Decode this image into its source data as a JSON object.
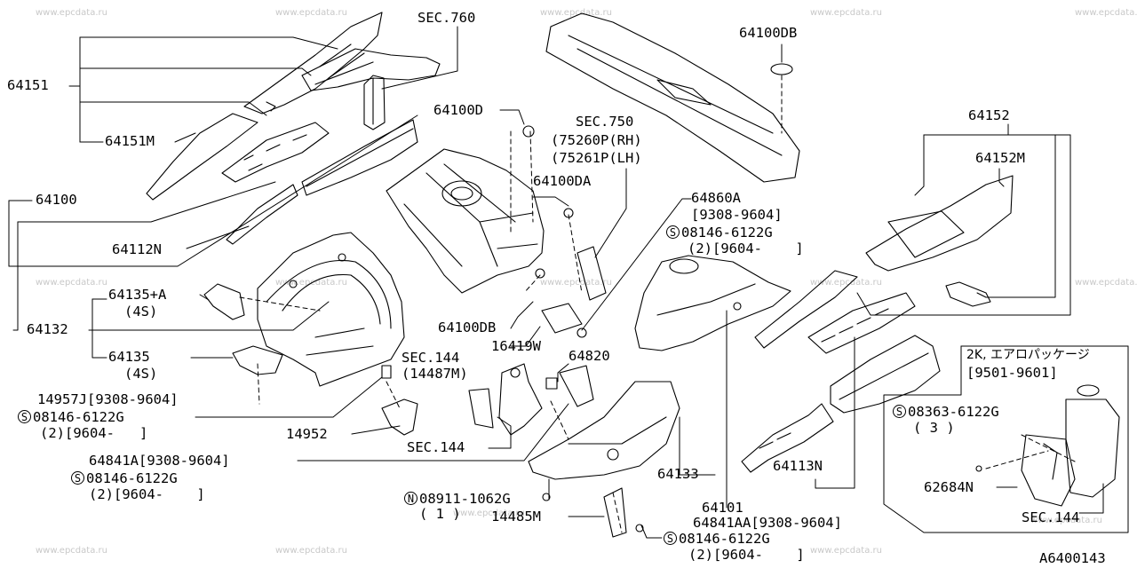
{
  "watermark": "www.epcdata.ru",
  "diagram_id": "A6400143",
  "labels": {
    "sec760": "SEC.760",
    "p64151": "64151",
    "p64151m": "64151M",
    "p64100": "64100",
    "p64112n": "64112N",
    "p64132": "64132",
    "p64135a": "64135+A",
    "p64135a_qty": "(4S)",
    "p64135": "64135",
    "p64135_qty": "(4S)",
    "p14957j": "14957J[9308-9604]",
    "s_bolt1_num": "08146-6122G",
    "s_bolt1_qty": "(2)[9604-   ]",
    "p14952": "14952",
    "p64841a": "64841A[9308-9604]",
    "s_bolt2_num": "08146-6122G",
    "s_bolt2_qty": "(2)[9604-    ]",
    "n_nut_num": "08911-1062G",
    "n_nut_qty": "( 1 )",
    "p14485m": "14485M",
    "s_bolt3_num": "08146-6122G",
    "s_bolt3_qty": "(2)[9604-    ]",
    "p64841aa": "64841AA[9308-9604]",
    "p64101": "64101",
    "p64133": "64133",
    "sec144_a": "SEC.144",
    "sec144_a_sub": "(14487M)",
    "sec144_b": "SEC.144",
    "p64820": "64820",
    "p16419w": "16419W",
    "p64100db_low": "64100DB",
    "p64100d": "64100D",
    "sec750": "SEC.750",
    "sec750_rh": "(75260P(RH)",
    "sec750_lh": "(75261P(LH)",
    "p64100da": "64100DA",
    "p64860a": "64860A",
    "p64860a_date": "[9308-9604]",
    "s_bolt4_num": "08146-6122G",
    "s_bolt4_qty": "(2)[9604-    ]",
    "p64100db_top": "64100DB",
    "p64152": "64152",
    "p64152m": "64152M",
    "p64113n": "64113N",
    "aero_title": "2K, エアロパッケージ",
    "aero_date": "[9501-9601]",
    "s_bolt5_num": "08363-6122G",
    "s_bolt5_qty": "( 3 )",
    "p62684n": "62684N",
    "sec144_c": "SEC.144"
  },
  "markers": {
    "s": "S",
    "n": "N"
  }
}
